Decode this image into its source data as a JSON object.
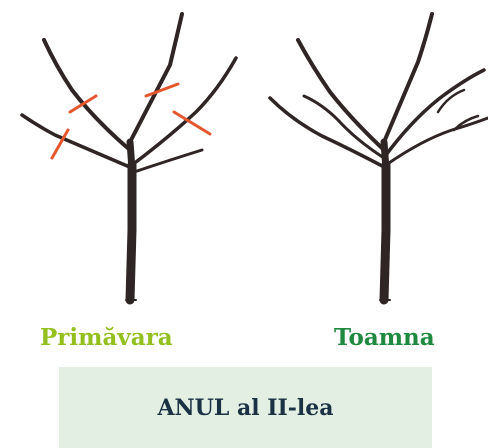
{
  "labels": {
    "spring": "Primăvara",
    "autumn": "Toamna"
  },
  "banner": {
    "text": "ANUL al II-lea"
  },
  "colors": {
    "trunk": "#2f2524",
    "cut_marks": "#e4572e",
    "spring_text": "#93c01f",
    "autumn_text": "#1f8a3f",
    "banner_background": "#e3efe3",
    "banner_text": "#1b3144"
  }
}
